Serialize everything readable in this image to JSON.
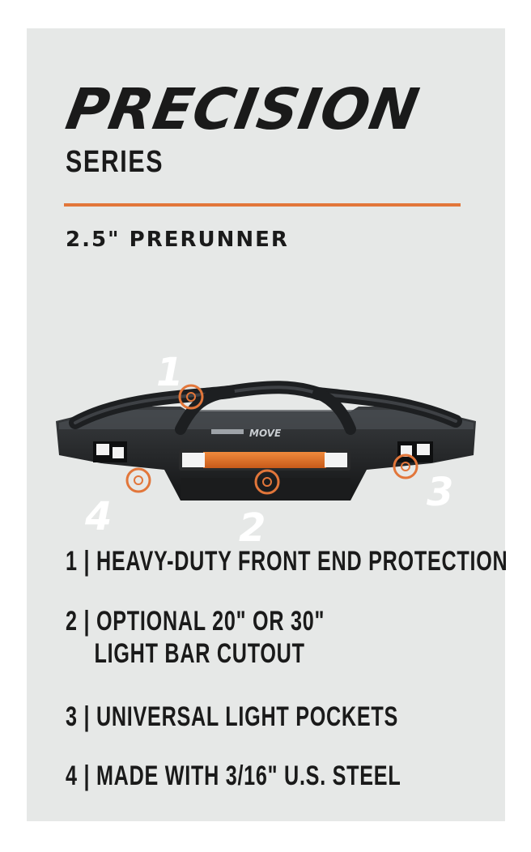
{
  "title": "PRECISION",
  "subtitle": "SERIES",
  "model": "2.5\" PRERUNNER",
  "accent_color": "#e2763a",
  "product": {
    "logo_text": "MOVE",
    "callouts": [
      "1",
      "2",
      "3",
      "4"
    ]
  },
  "features": [
    {
      "lines": [
        "1 | HEAVY-DUTY FRONT END PROTECTION"
      ]
    },
    {
      "lines": [
        "2 | OPTIONAL 20\" OR 30\"",
        "LIGHT BAR CUTOUT"
      ]
    },
    {
      "lines": [
        "3 | UNIVERSAL LIGHT POCKETS"
      ]
    },
    {
      "lines": [
        "4 | MADE WITH 3/16\" U.S. STEEL"
      ]
    }
  ]
}
